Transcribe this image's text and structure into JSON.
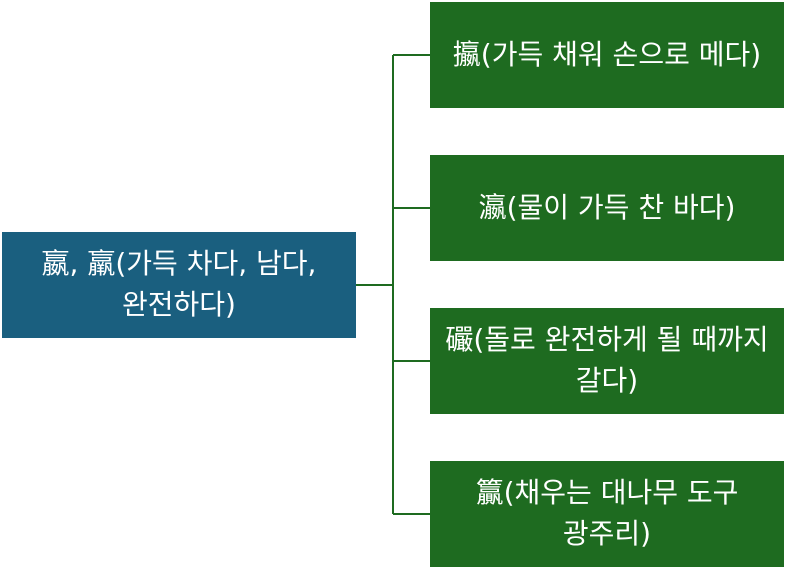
{
  "root": {
    "label": "嬴, 羸(가득 차다, 남다, 완전하다)"
  },
  "children": [
    {
      "label": "攍(가득 채워 손으로 메다)"
    },
    {
      "label": "瀛(물이 가득 찬 바다)"
    },
    {
      "label": "礹(돌로 완전하게 될 때까지 갈다)"
    },
    {
      "label": "籯(채우는 대나무 도구 광주리)"
    }
  ],
  "colors": {
    "root_fill": "#1a5f7f",
    "child_fill": "#1e6b20",
    "connector": "#1e6b20",
    "text": "#ffffff"
  }
}
